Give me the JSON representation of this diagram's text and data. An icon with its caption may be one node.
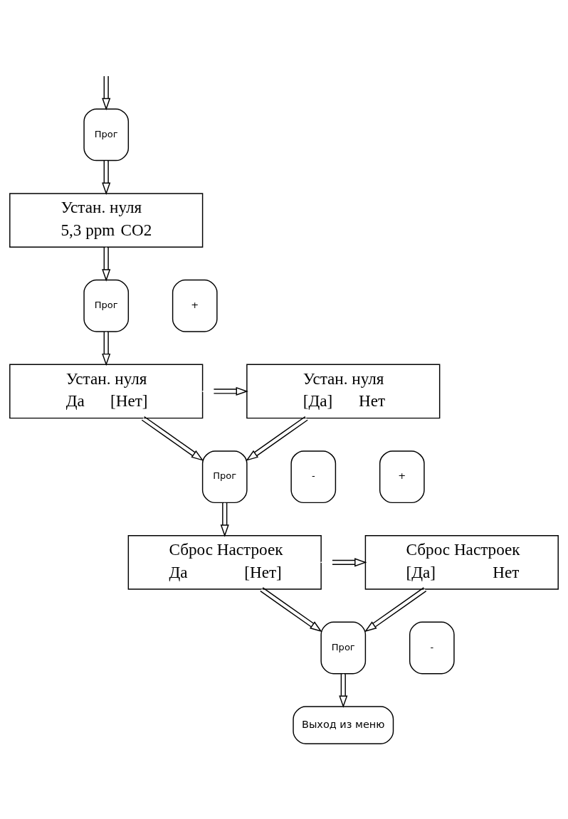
{
  "diagram": {
    "nodes": [
      {
        "text": [
          "Прог"
        ]
      },
      {
        "text": [
          "Устан. нуля",
          "5,3 ppm",
          "CO2"
        ]
      },
      {
        "text": [
          "Прог"
        ]
      },
      {
        "text": [
          "Устан. нуля",
          "Да",
          "[Нет]"
        ]
      },
      {
        "text": [
          "+"
        ]
      },
      {
        "text": [
          "Устан. нуля",
          "[Да]",
          "Нет"
        ]
      },
      {
        "text": [
          "-"
        ]
      },
      {
        "text": [
          "Прог"
        ]
      },
      {
        "text": [
          "+"
        ]
      },
      {
        "text": [
          "Сброс Настроек",
          "Да",
          "[Нет]"
        ]
      },
      {
        "text": [
          "Сброс Настроек",
          "[Да]",
          "Нет"
        ]
      },
      {
        "text": [
          "-"
        ]
      },
      {
        "text": [
          "Прог"
        ]
      },
      {
        "text": [
          "Выход из меню"
        ]
      }
    ],
    "edges": [
      {
        "from": null,
        "to": 0,
        "arrow": "to"
      },
      {
        "from": 0,
        "to": 1,
        "arrow": "to"
      },
      {
        "from": 1,
        "to": 2,
        "arrow": "to"
      },
      {
        "from": 2,
        "to": 3,
        "arrow": "to"
      },
      {
        "from": 3,
        "to": 5,
        "arrow": "both"
      },
      {
        "from": 3,
        "to": 7,
        "arrow": "to"
      },
      {
        "from": 5,
        "to": 7,
        "arrow": "to"
      },
      {
        "from": 7,
        "to": 9,
        "arrow": "to"
      },
      {
        "from": 9,
        "to": 10,
        "arrow": "both"
      },
      {
        "from": 9,
        "to": 12,
        "arrow": "to"
      },
      {
        "from": 10,
        "to": 12,
        "arrow": "to"
      },
      {
        "from": 12,
        "to": 13,
        "arrow": "to"
      }
    ]
  }
}
